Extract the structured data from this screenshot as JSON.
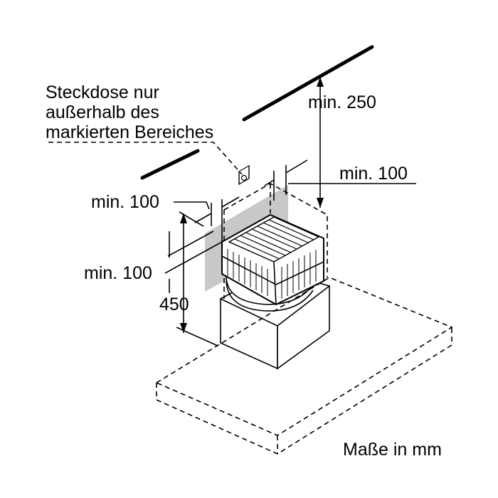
{
  "labels": {
    "socket_note": [
      "Steckdose nur",
      "außerhalb des",
      "markierten Bereiches"
    ],
    "top_clearance": "min. 250",
    "right_clearance": "min. 100",
    "left_clearance": "min. 100",
    "side_clearance": "min. 100",
    "height": "450",
    "units": "Maße in mm"
  }
}
